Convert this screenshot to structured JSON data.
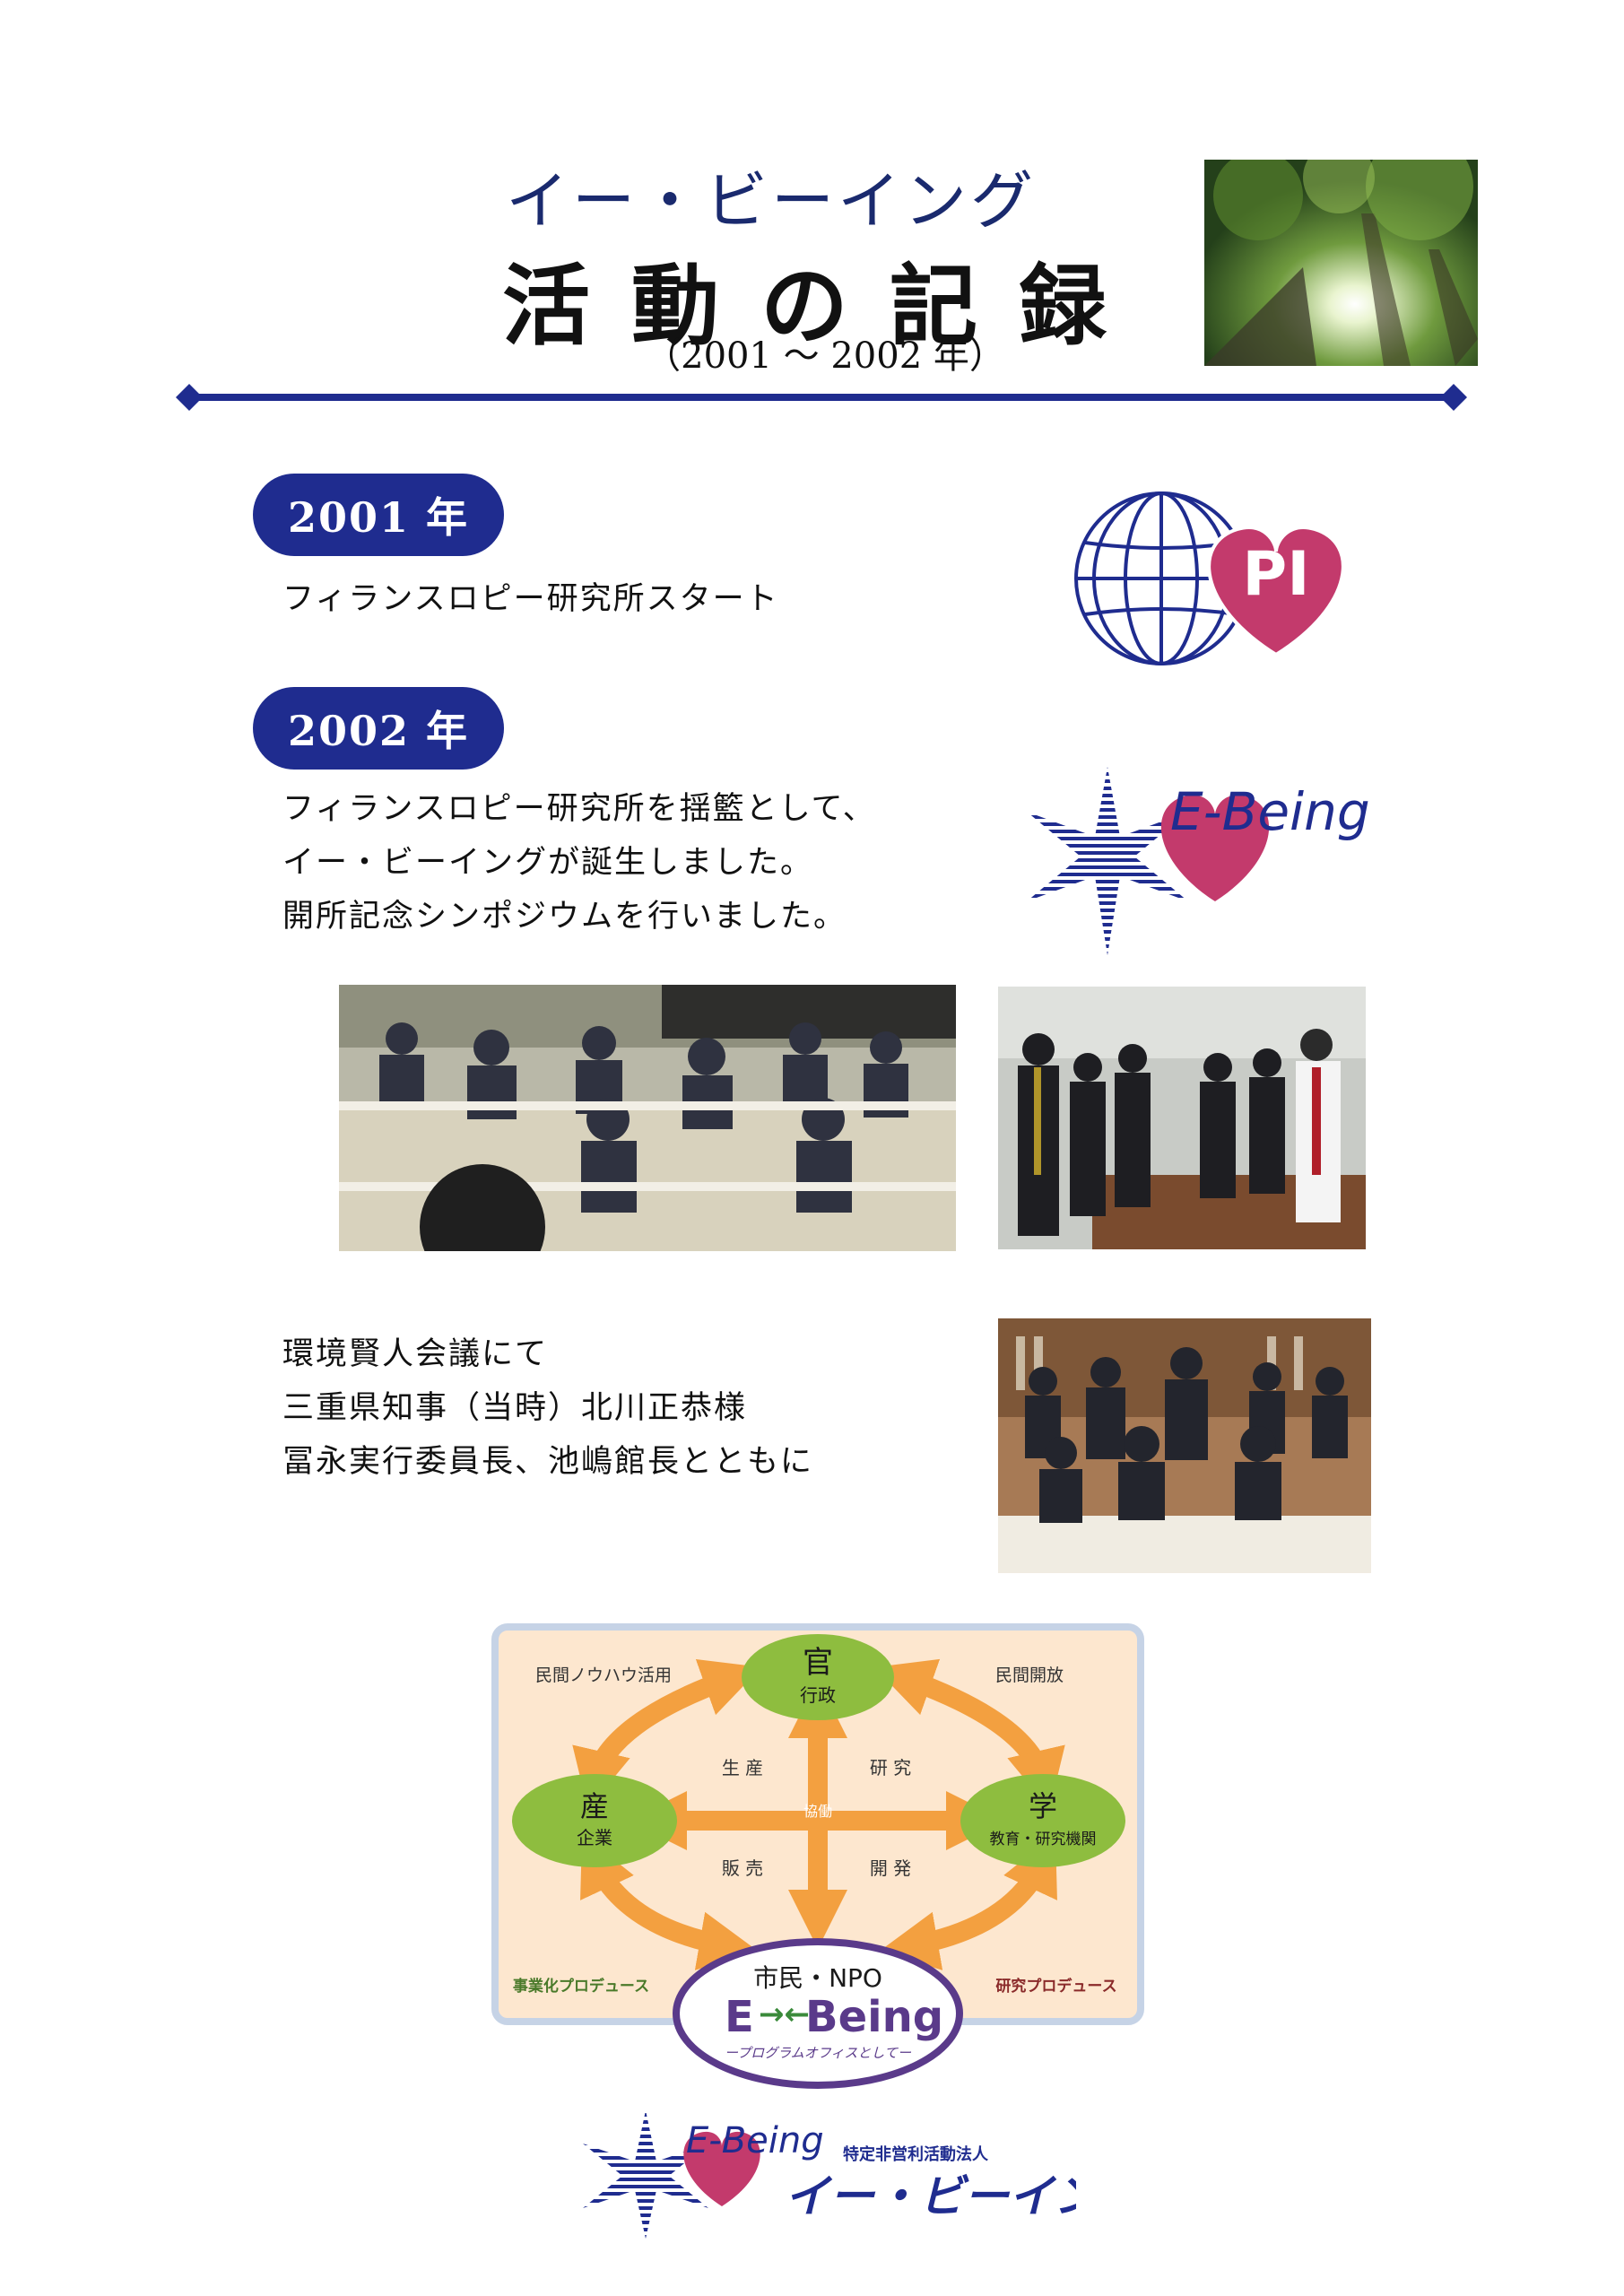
{
  "header": {
    "subtitle": "イー・ビーイング",
    "title": "活動の記録",
    "period": "（2001 ～ 2002 年）"
  },
  "sections": [
    {
      "year": "2001 年",
      "lines": [
        "フィランスロピー研究所スタート"
      ]
    },
    {
      "year": "2002 年",
      "lines": [
        "フィランスロピー研究所を揺籃として、",
        "イー・ビーイングが誕生しました。",
        "開所記念シンポジウムを行いました。"
      ]
    }
  ],
  "event": {
    "lines": [
      "環境賢人会議にて",
      "三重県知事（当時）北川正恭様",
      "冨永実行委員長、池嶋館長とともに"
    ]
  },
  "logos": {
    "pi_text": "PI",
    "ebeing_text": "E-Being"
  },
  "diagram": {
    "gov_main": "官",
    "gov_sub": "行政",
    "ind_main": "産",
    "ind_sub": "企業",
    "aca_main": "学",
    "aca_sub": "教育・研究機関",
    "citizen": "市民・NPO",
    "ebeing_e": "E",
    "ebeing_word": "Being",
    "ebeing_tagline": "ープログラムオフィスとしてー",
    "top_left": "民間ノウハウ活用",
    "top_right": "民間開放",
    "center": "協働",
    "q_tl": "生 産",
    "q_tr": "研 究",
    "q_bl": "販 売",
    "q_br": "開 発",
    "bottom_left": "事業化プロデュース",
    "bottom_right": "研究プロデュース",
    "colors": {
      "background": "#fde7cf",
      "border": "#c6d3e6",
      "ellipse": "#8ebd3f",
      "arrow": "#f3a040",
      "citizen_border": "#5a3a8a"
    }
  },
  "footer": {
    "logo_word": "E-Being",
    "org_type": "特定非営利活動法人",
    "org_name": "イー・ビーイング"
  },
  "colors": {
    "navy": "#1f2c8f",
    "heart": "#c33a6c"
  }
}
